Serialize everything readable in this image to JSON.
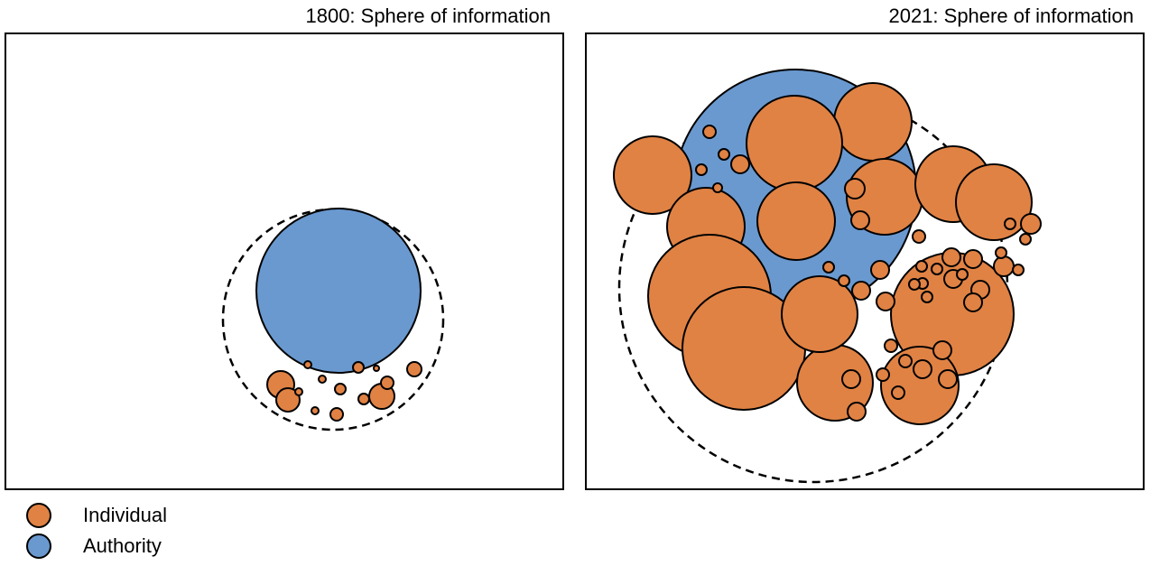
{
  "colors": {
    "individual": "#E08244",
    "authority": "#6A99D0",
    "stroke": "#000000"
  },
  "panels": {
    "left": {
      "title": "1800: Sphere of information"
    },
    "right": {
      "title": "2021: Sphere of information"
    }
  },
  "legend": {
    "individual": {
      "label": "Individual"
    },
    "authority": {
      "label": "Authority"
    }
  }
}
